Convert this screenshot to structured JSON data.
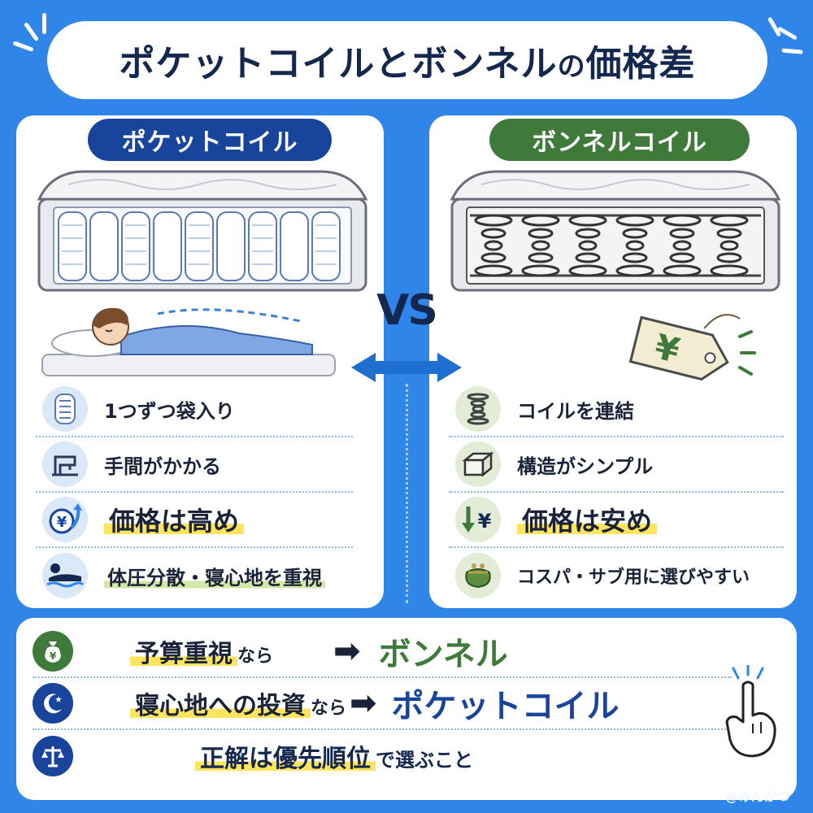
{
  "title": {
    "part1": "ポケットコイルとボンネル",
    "part2": "の",
    "part3": "価格差"
  },
  "vs": "VS",
  "left": {
    "heading": "ポケットコイル",
    "features": [
      {
        "icon": "pocket-spring-icon",
        "text": "1つずつ袋入り"
      },
      {
        "icon": "sewing-machine-icon",
        "text": "手間がかかる"
      },
      {
        "icon": "yen-up-icon",
        "text": "価格は高め"
      },
      {
        "icon": "body-pressure-icon",
        "text": "体圧分散・寝心地を重視"
      }
    ]
  },
  "right": {
    "heading": "ボンネルコイル",
    "price_tag": "¥",
    "features": [
      {
        "icon": "coil-spring-icon",
        "text": "コイルを連結"
      },
      {
        "icon": "cube-icon",
        "text": "構造がシンプル"
      },
      {
        "icon": "yen-down-icon",
        "text": "価格は安め"
      },
      {
        "icon": "coin-purse-icon",
        "text": "コスパ・サブ用に選びやすい"
      }
    ]
  },
  "bottom": {
    "row1": {
      "cond": "予算重視",
      "nara": "なら",
      "arrow": "➡",
      "result": "ボンネル"
    },
    "row2": {
      "cond": "寝心地への投資",
      "nara": "なら",
      "arrow": "➡",
      "result": "ポケットコイル"
    },
    "row3": {
      "part1": "正解は優先順位",
      "part2": "で選ぶこと"
    }
  },
  "credit": "@みんかつ",
  "colors": {
    "background": "#2f86e8",
    "navy": "#18449b",
    "green": "#3f7a3a",
    "highlight_yellow": "#ffe45c",
    "highlight_green": "#d3e7a6"
  }
}
